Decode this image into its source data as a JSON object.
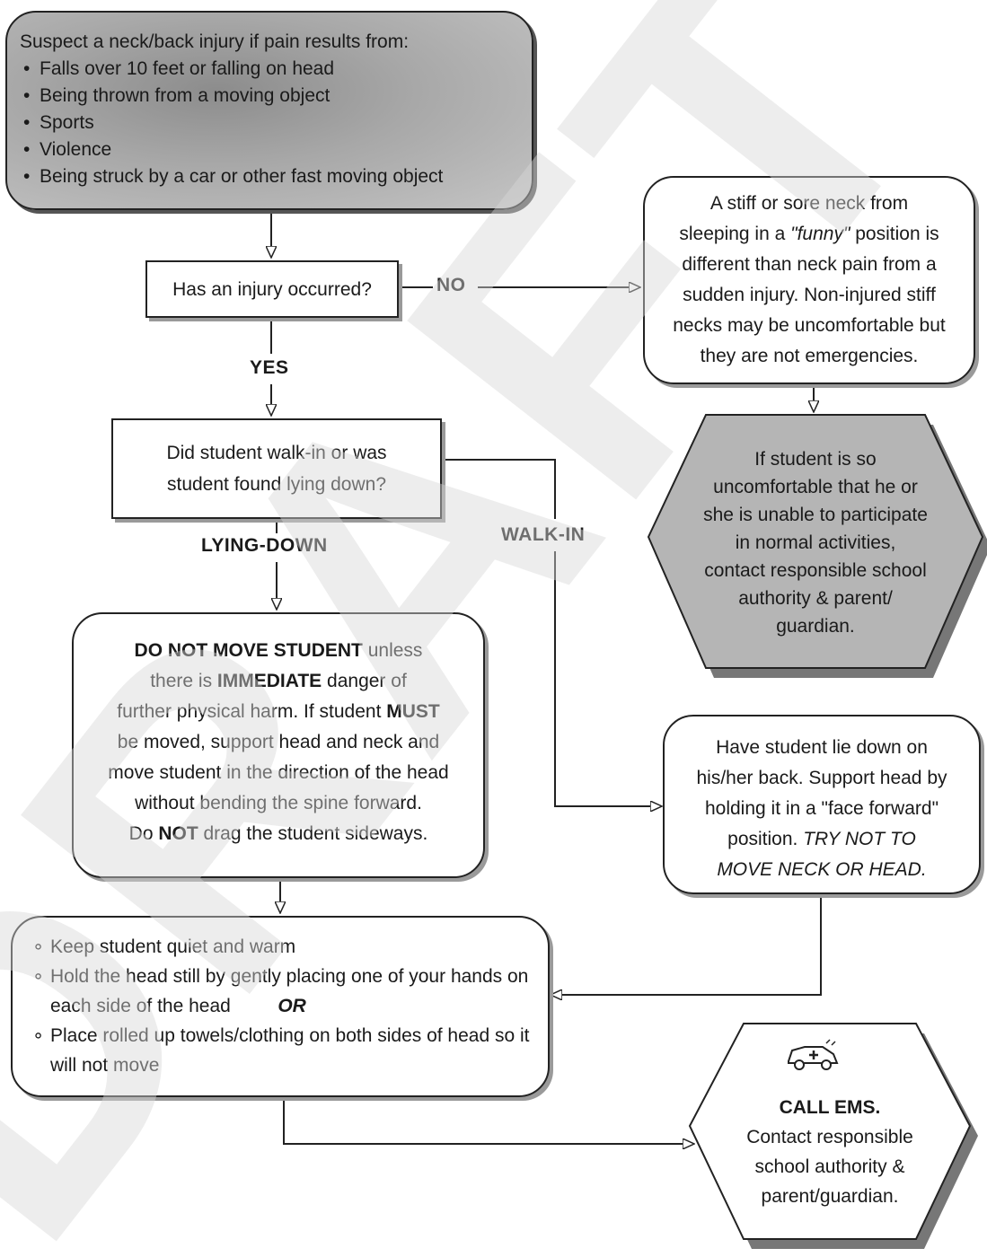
{
  "start_box": {
    "title": "Suspect a neck/back injury if pain results from:",
    "items": [
      "Falls over 10 feet or falling on head",
      "Being thrown from a moving object",
      "Sports",
      "Violence",
      "Being struck by a car or other fast moving object"
    ]
  },
  "q1": {
    "text": "Has an injury occurred?"
  },
  "labels": {
    "no": "NO",
    "yes": "YES",
    "lying_down": "LYING-DOWN",
    "walk_in": "WALK-IN"
  },
  "stiff_neck": {
    "l1": "A stiff or sore neck from",
    "l2a": "sleeping in a ",
    "l2b": "\"funny\"",
    "l2c": " position is",
    "l3": "different than neck pain from a",
    "l4": "sudden injury.  Non-injured stiff",
    "l5": "necks may be uncomfortable but",
    "l6": "they are not emergencies."
  },
  "uncomfortable": {
    "l1": "If student is so",
    "l2": "uncomfortable that he or",
    "l3": "she is unable to participate",
    "l4": "in normal activities,",
    "l5": "contact responsible school",
    "l6": "authority & parent/",
    "l7": "guardian."
  },
  "q2": {
    "l1": "Did student walk-in or was",
    "l2": "student found lying down?"
  },
  "do_not_move": {
    "l1a": "DO NOT MOVE STUDENT",
    "l1b": " unless",
    "l2a": "there is ",
    "l2b": "IMMEDIATE",
    "l2c": " danger of",
    "l3a": "further physical harm.  If student ",
    "l3b": "MUST",
    "l4": "be moved, support head and neck and",
    "l5": "move student in the direction of the head",
    "l6": "without bending the spine forward.",
    "l7a": "Do ",
    "l7b": "NOT",
    "l7c": " drag the student sideways."
  },
  "lie_down": {
    "l1": "Have student lie down on",
    "l2": "his/her back.  Support head by",
    "l3": "holding it in a \"face forward\"",
    "l4a": "position.  ",
    "l4b": "TRY NOT TO",
    "l5": "MOVE NECK OR HEAD."
  },
  "keep_quiet": {
    "items": [
      "Keep student quiet and warm",
      "Hold the head still by gently placing one of your hands on each side of the head",
      "Place rolled up towels/clothing on both sides of head so it will not move"
    ],
    "or": "OR"
  },
  "call_ems": {
    "icon": "ambulance-icon",
    "l1": "CALL EMS.",
    "l2": "Contact responsible",
    "l3": "school authority &",
    "l4": "parent/guardian."
  },
  "watermark": "DRAFT"
}
